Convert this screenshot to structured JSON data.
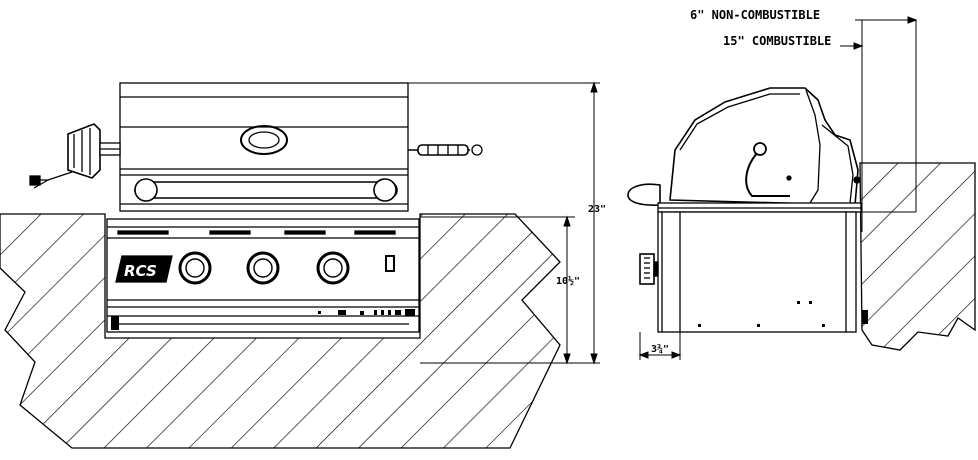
{
  "labels": {
    "non_combustible": "6\" NON-COMBUSTIBLE",
    "combustible": "15\" COMBUSTIBLE"
  },
  "dimensions": {
    "overall_height": "23\"",
    "cutout_height": "10½\"",
    "base_offset": "3¾\""
  },
  "brand": {
    "logo_text": "RCS"
  },
  "control_panel": {
    "knob_count": 3
  },
  "colors": {
    "line": "#000000",
    "background": "#ffffff"
  }
}
